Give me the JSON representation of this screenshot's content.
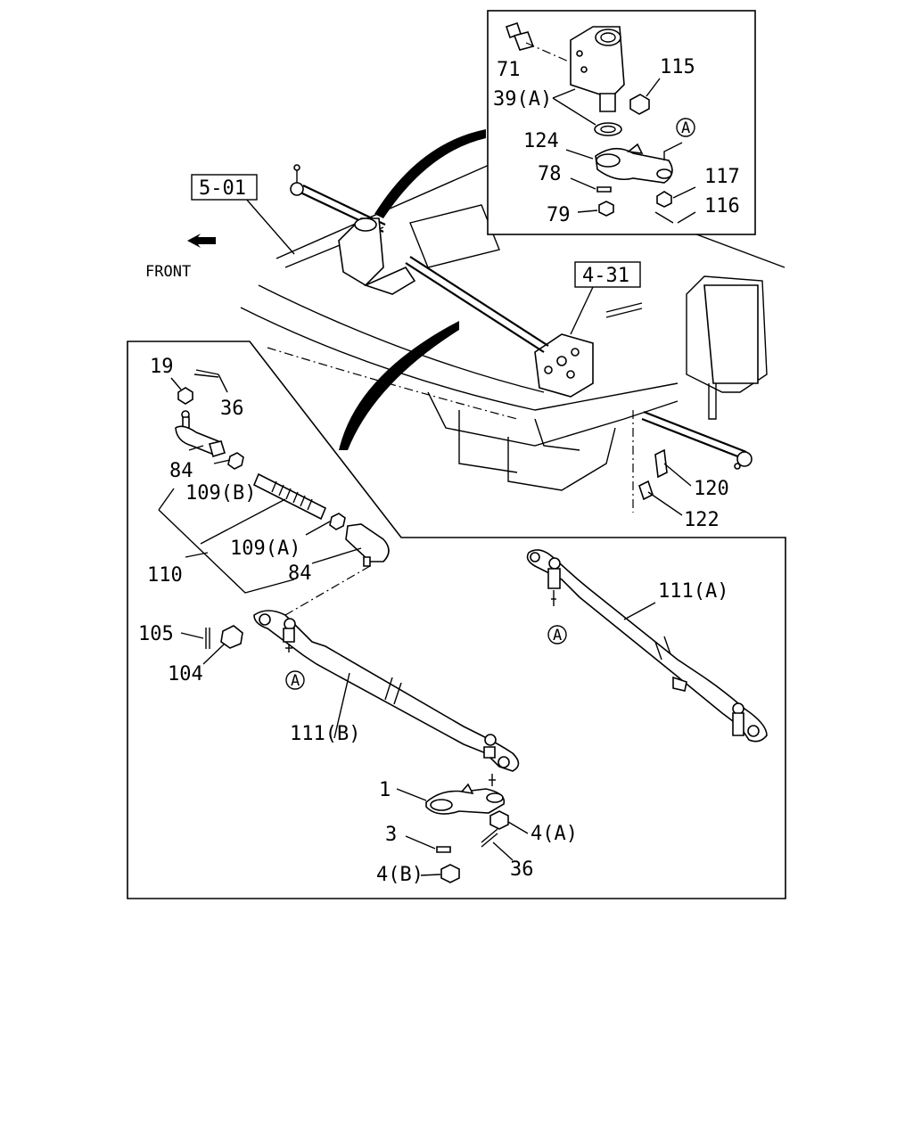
{
  "refs": {
    "r501": "5-01",
    "r431": "4-31"
  },
  "front_label": "FRONT",
  "circle_ref": "A",
  "inset_labels": {
    "p71": "71",
    "p39a": "39(A)",
    "p115": "115",
    "p124": "124",
    "p78": "78",
    "p79": "79",
    "p117": "117",
    "p116": "116"
  },
  "main_labels": {
    "p120": "120",
    "p122": "122"
  },
  "detail_labels": {
    "p19": "19",
    "p36a": "36",
    "p84a": "84",
    "p109b": "109(B)",
    "p109a": "109(A)",
    "p110": "110",
    "p84b": "84",
    "p105": "105",
    "p104": "104",
    "p111b": "111(B)",
    "p111a": "111(A)",
    "p1": "1",
    "p3": "3",
    "p4a": "4(A)",
    "p4b": "4(B)",
    "p36b": "36"
  }
}
